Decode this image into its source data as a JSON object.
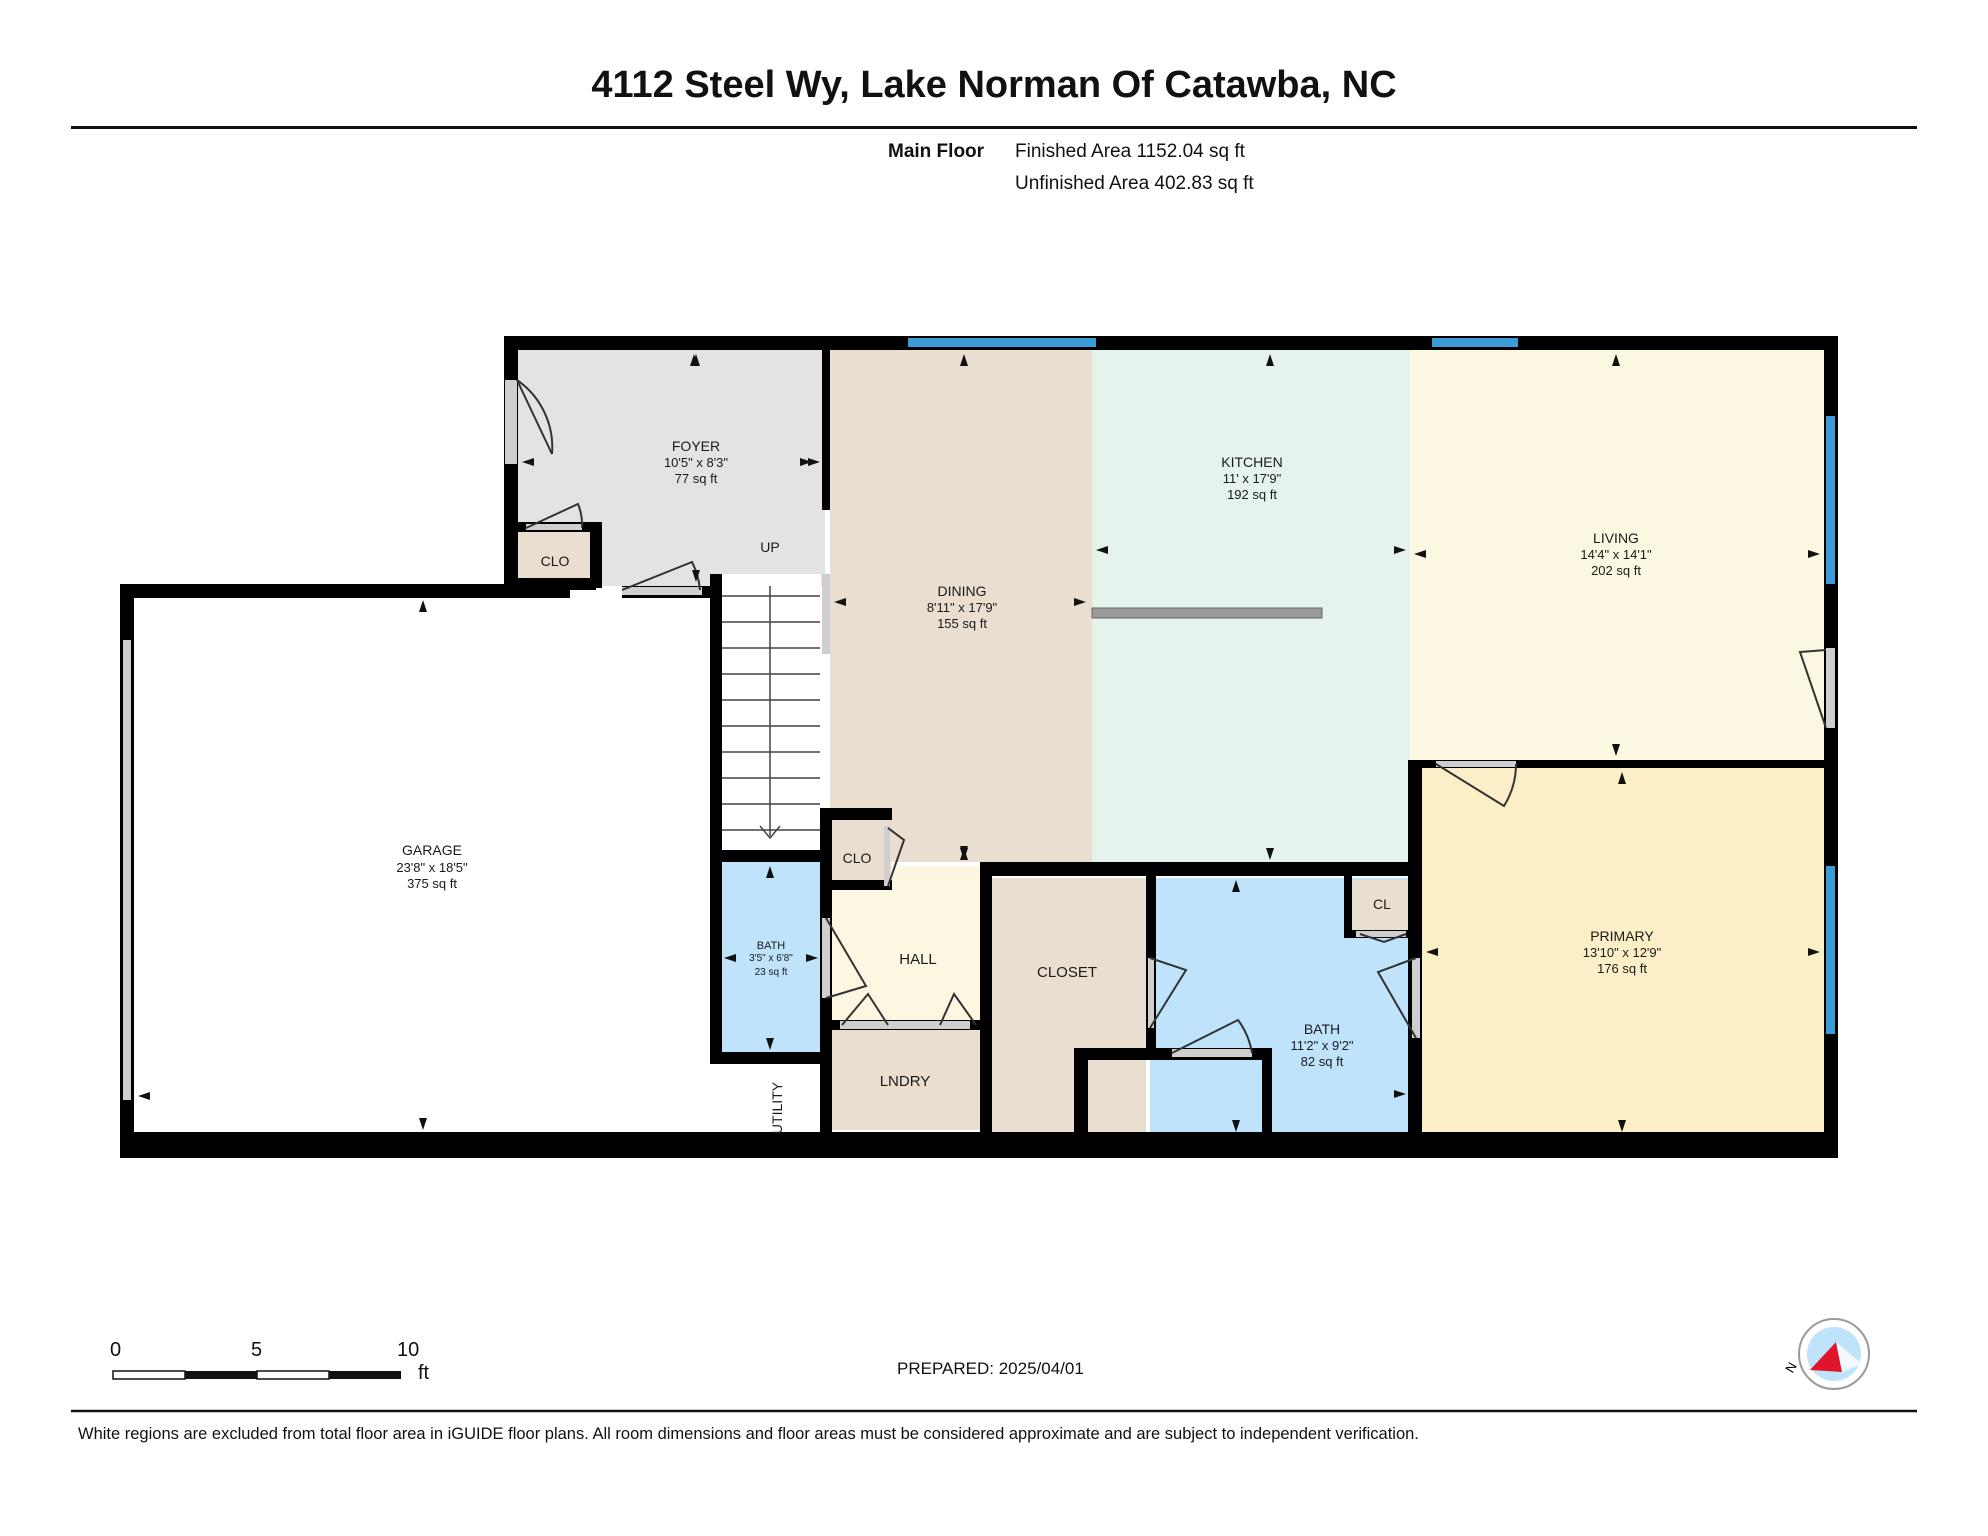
{
  "header": {
    "address": "4112 Steel Wy, Lake Norman Of Catawba, NC",
    "floor_label": "Main Floor",
    "finished_area": "Finished Area 1152.04 sq ft",
    "unfinished_area": "Unfinished Area 402.83 sq ft"
  },
  "colors": {
    "wall": "#000000",
    "window": "#3b9bd6",
    "foyer": "#e3e3e3",
    "dining": "#e9ded0",
    "kitchen": "#e6f3ec",
    "living": "#fcf7e0",
    "primary": "#fcefc7",
    "bath": "#bfe3fa",
    "hall": "#fdf7e1",
    "closet": "#e9ded0",
    "laundry": "#e9ded0",
    "stair": "#ffffff"
  },
  "rooms": {
    "foyer": {
      "name": "FOYER",
      "dims": "10'5\" x 8'3\"",
      "area": "77 sq ft"
    },
    "dining": {
      "name": "DINING",
      "dims": "8'11\" x 17'9\"",
      "area": "155 sq ft"
    },
    "kitchen": {
      "name": "KITCHEN",
      "dims": "11' x 17'9\"",
      "area": "192 sq ft"
    },
    "living": {
      "name": "LIVING",
      "dims": "14'4\" x 14'1\"",
      "area": "202 sq ft"
    },
    "garage": {
      "name": "GARAGE",
      "dims": "23'8\" x 18'5\"",
      "area": "375 sq ft"
    },
    "bath_small": {
      "name": "BATH",
      "dims": "3'5\" x 6'8\"",
      "area": "23 sq ft"
    },
    "bath": {
      "name": "BATH",
      "dims": "11'2\" x 9'2\"",
      "area": "82 sq ft"
    },
    "primary": {
      "name": "PRIMARY",
      "dims": "13'10\" x 12'9\"",
      "area": "176 sq ft"
    },
    "clo_foyer": "CLO",
    "clo_hall": "CLO",
    "cl_bath": "CL",
    "hall": "HALL",
    "closet": "CLOSET",
    "laundry": "LNDRY",
    "utility": "UTILITY",
    "stairs": "UP"
  },
  "scale": {
    "ticks": [
      "0",
      "5",
      "10"
    ],
    "unit": "ft"
  },
  "compass": {
    "label": "N"
  },
  "prepared": "PREPARED: 2025/04/01",
  "footer": "White regions are excluded from total floor area in iGUIDE floor plans. All room dimensions and floor areas must be considered approximate and are subject to independent verification."
}
